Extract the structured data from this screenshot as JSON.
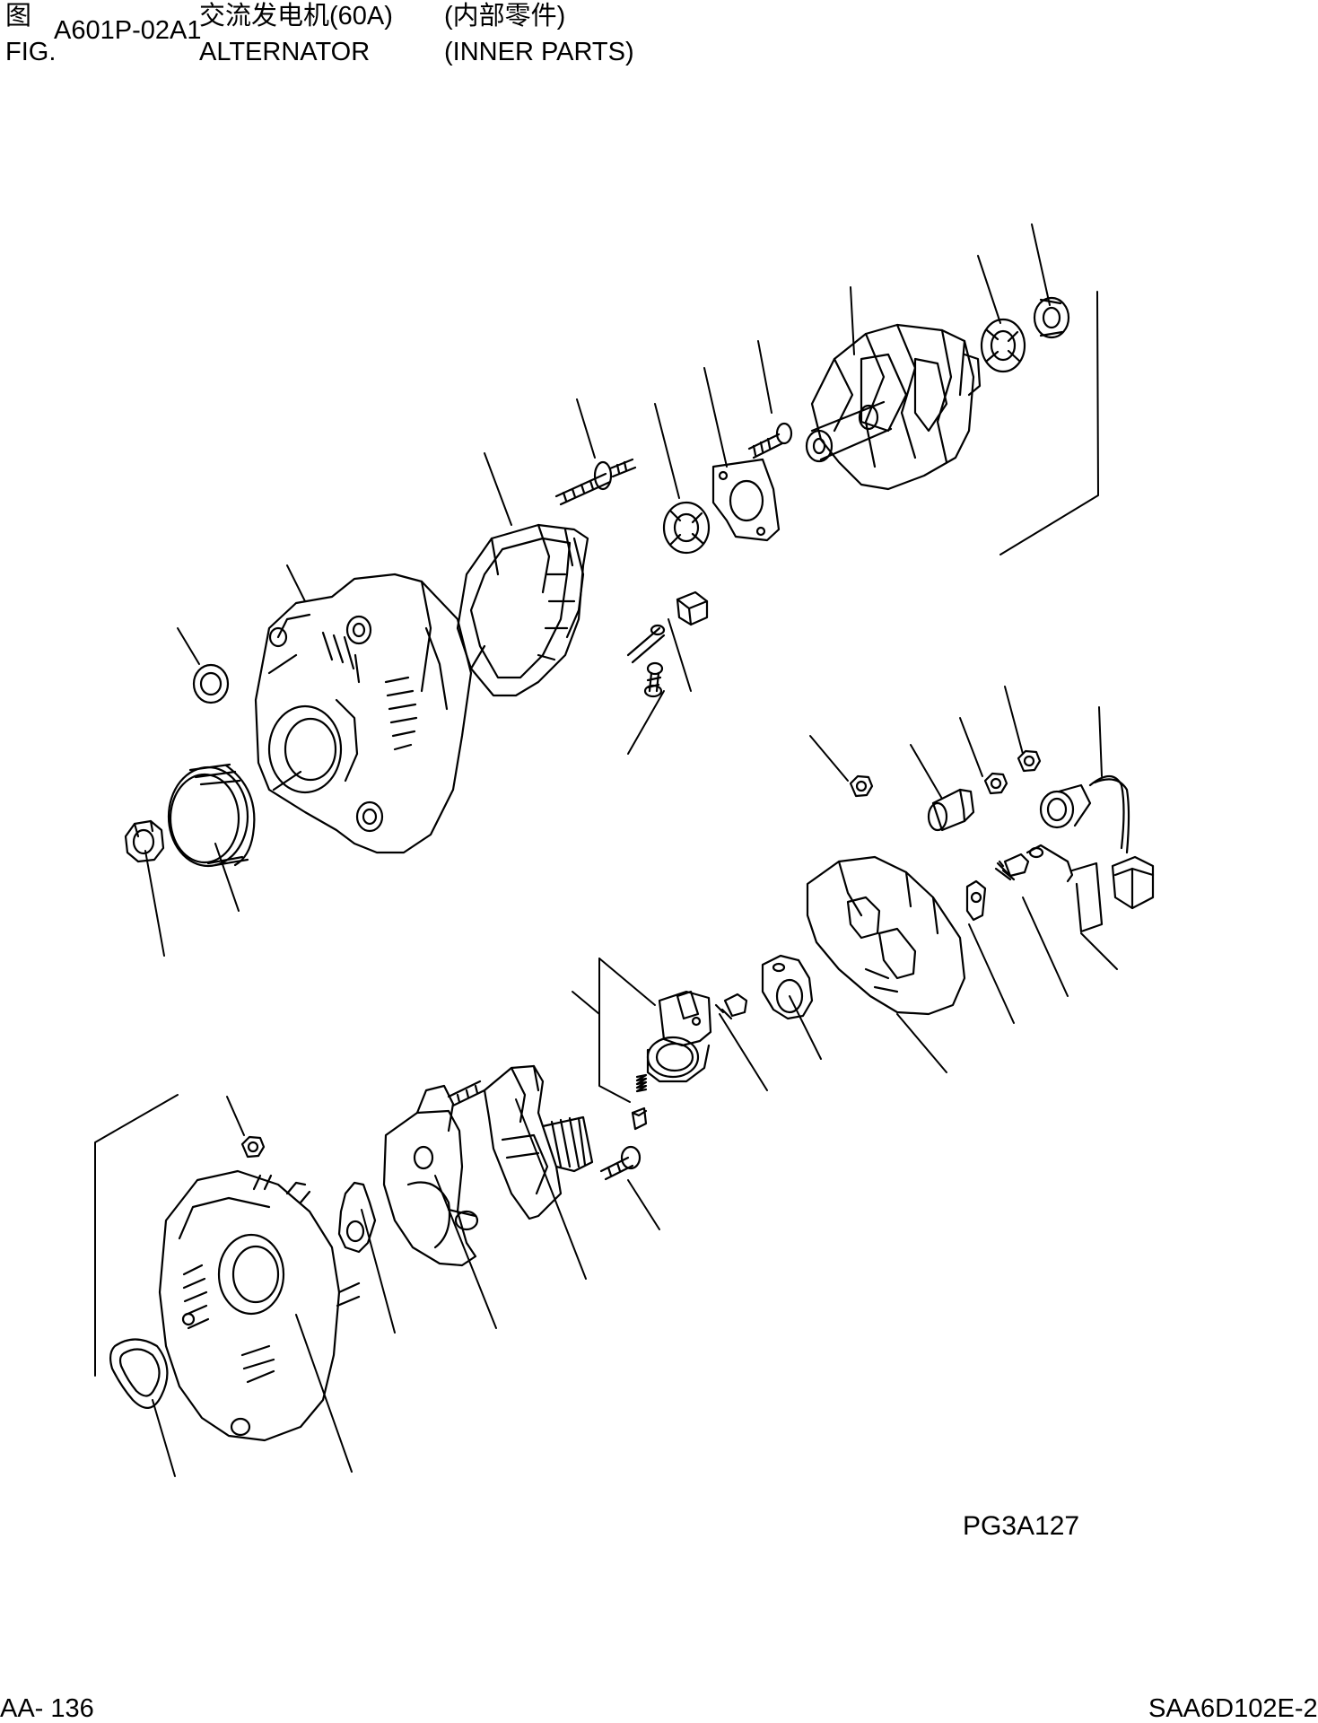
{
  "header": {
    "fig_label_cn": "图",
    "fig_label_en": "FIG.",
    "fig_number": "A601P-02A1",
    "title_cn": "交流发电机(60A)",
    "title_en": "ALTERNATOR",
    "subtitle_cn": "(内部零件)",
    "subtitle_en": "(INNER PARTS)"
  },
  "diagram": {
    "code": "PG3A127"
  },
  "footer": {
    "page_number": "AA- 136",
    "manual_code": "SAA6D102E-2"
  }
}
